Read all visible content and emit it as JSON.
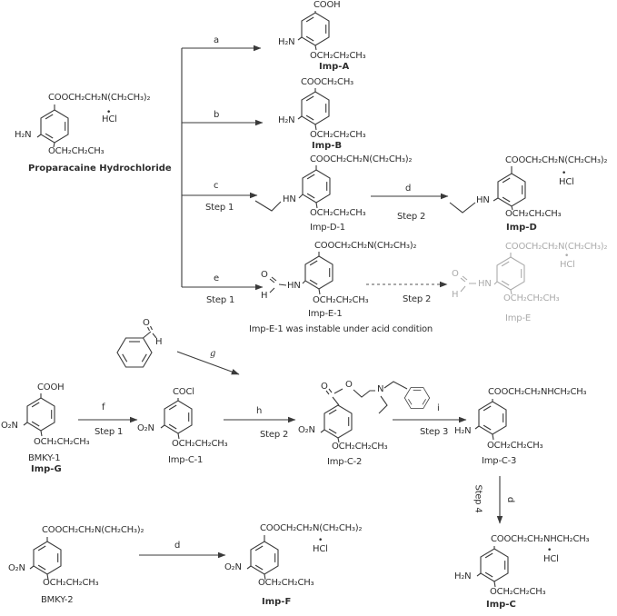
{
  "scheme": {
    "note": "Imp-E-1 was instable under acid condition"
  },
  "molecules": {
    "proparacaine": {
      "ester": "COOCH₂CH₂N(CH₂CH₃)₂",
      "salt_dot": "•",
      "salt": "HCl",
      "amine": "H₂N",
      "ether": "OCH₂CH₂CH₃",
      "name": "Proparacaine Hydrochloride"
    },
    "imp_a": {
      "acid": "COOH",
      "amine": "H₂N",
      "ether": "OCH₂CH₂CH₃",
      "name": "Imp-A"
    },
    "imp_b": {
      "ester": "COOCH₂CH₃",
      "amine": "H₂N",
      "ether": "OCH₂CH₂CH₃",
      "name": "Imp-B"
    },
    "imp_d1": {
      "ester": "COOCH₂CH₂N(CH₂CH₃)₂",
      "amine": "HN",
      "ether": "OCH₂CH₂CH₃",
      "name": "Imp-D-1"
    },
    "imp_d": {
      "ester": "COOCH₂CH₂N(CH₂CH₃)₂",
      "salt_dot": "•",
      "salt": "HCl",
      "amine": "HN",
      "ether": "OCH₂CH₂CH₃",
      "name": "Imp-D"
    },
    "imp_e1": {
      "ester": "COOCH₂CH₂N(CH₂CH₃)₂",
      "amine": "HN",
      "formyl_o": "O",
      "formyl_h": "H",
      "ether": "OCH₂CH₂CH₃",
      "name": "Imp-E-1"
    },
    "imp_e": {
      "ester": "COOCH₂CH₂N(CH₂CH₃)₂",
      "salt_dot": "•",
      "salt": "HCl",
      "amine": "HN",
      "formyl_o": "O",
      "formyl_h": "H",
      "ether": "OCH₂CH₂CH₃",
      "name": "Imp-E"
    },
    "benzaldehyde": {
      "o": "O",
      "h": "H"
    },
    "bmky1": {
      "acid": "COOH",
      "nitro": "O₂N",
      "ether": "OCH₂CH₂CH₃",
      "name": "BMKY-1",
      "alias": "Imp-G"
    },
    "imp_c1": {
      "chloride": "COCl",
      "nitro": "O₂N",
      "ether": "OCH₂CH₂CH₃",
      "name": "Imp-C-1"
    },
    "imp_c2": {
      "o_carbonyl": "O",
      "o_ester": "O",
      "n": "N",
      "nitro": "O₂N",
      "ether": "OCH₂CH₂CH₃",
      "name": "Imp-C-2"
    },
    "imp_c3": {
      "ester": "COOCH₂CH₂NHCH₂CH₃",
      "amine": "H₂N",
      "ether": "OCH₂CH₂CH₃",
      "name": "Imp-C-3"
    },
    "imp_c": {
      "ester": "COOCH₂CH₂NHCH₂CH₃",
      "salt_dot": "•",
      "salt": "HCl",
      "amine": "H₂N",
      "ether": "OCH₂CH₂CH₃",
      "name": "Imp-C"
    },
    "bmky2": {
      "ester": "COOCH₂CH₂N(CH₂CH₃)₂",
      "nitro": "O₂N",
      "ether": "OCH₂CH₂CH₃",
      "name": "BMKY-2"
    },
    "imp_f": {
      "ester": "COOCH₂CH₂N(CH₂CH₃)₂",
      "salt_dot": "•",
      "salt": "HCl",
      "nitro": "O₂N",
      "ether": "OCH₂CH₂CH₃",
      "name": "Imp-F"
    }
  },
  "arrows": {
    "a": {
      "label": "a"
    },
    "b": {
      "label": "b"
    },
    "c": {
      "label": "c",
      "step": "Step 1"
    },
    "e": {
      "label": "e",
      "step": "Step 1"
    },
    "d_imp_d": {
      "label": "d",
      "step": "Step 2"
    },
    "imp_e_dashed": {
      "step": "Step 2"
    },
    "f": {
      "label": "f",
      "step": "Step 1"
    },
    "g": {
      "label": "g"
    },
    "h": {
      "label": "h",
      "step": "Step 2"
    },
    "i": {
      "label": "i",
      "step": "Step 3"
    },
    "step4": {
      "label": "d",
      "step": "Step 4"
    },
    "d_imp_f": {
      "label": "d"
    }
  }
}
